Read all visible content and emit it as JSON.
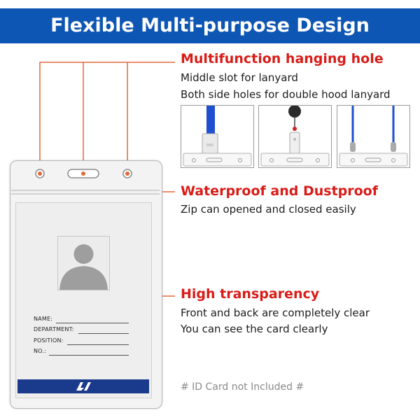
{
  "banner": {
    "title": "Flexible Multi-purpose Design"
  },
  "features": [
    {
      "heading": "Multifunction hanging hole",
      "lines": [
        "Middle slot for lanyard",
        "Both side holes for double hood lanyard"
      ]
    },
    {
      "heading": "Waterproof and Dustproof",
      "lines": [
        "Zip can opened and closed easily"
      ]
    },
    {
      "heading": "High transparency",
      "lines": [
        "Front and back are completely clear",
        "You can see the card clearly"
      ]
    }
  ],
  "card": {
    "fields": [
      "NAME:",
      "DEPARTMENT:",
      "POSITION:",
      "NO.:"
    ]
  },
  "note": "# ID Card not Included #",
  "colors": {
    "banner": "#0d56b3",
    "heading": "#d81c18",
    "callout": "#e2683a",
    "lanyard": "#1f4fd1",
    "card_band": "#1a3a8c"
  },
  "icons": [
    "person-silhouette-icon",
    "brand-logo-icon"
  ]
}
